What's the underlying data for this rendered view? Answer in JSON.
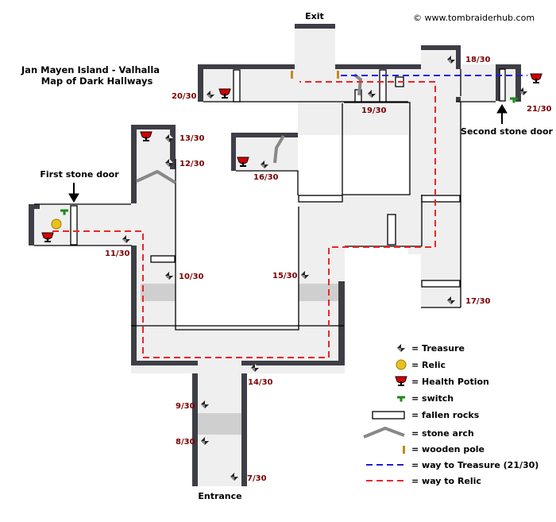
{
  "title": {
    "line1": "Jan Mayen Island - Valhalla",
    "line2": "Map of Dark Hallways"
  },
  "copyright": "© www.tombraiderhub.com",
  "labels": {
    "exit": "Exit",
    "entrance": "Entrance",
    "first_stone_door": "First stone door",
    "second_stone_door": "Second stone door"
  },
  "treasure_numbers": [
    "7/30",
    "8/30",
    "9/30",
    "10/30",
    "11/30",
    "12/30",
    "13/30",
    "14/30",
    "15/30",
    "16/30",
    "17/30",
    "18/30",
    "19/30",
    "20/30",
    "21/30"
  ],
  "legend": [
    {
      "icon": "treasure-icon",
      "text": "= Treasure"
    },
    {
      "icon": "relic-icon",
      "text": "= Relic"
    },
    {
      "icon": "health-potion-icon",
      "text": "= Health Potion"
    },
    {
      "icon": "switch-icon",
      "text": "= switch"
    },
    {
      "icon": "fallen-rocks-icon",
      "text": "= fallen rocks"
    },
    {
      "icon": "stone-arch-icon",
      "text": "= stone arch"
    },
    {
      "icon": "wooden-pole-icon",
      "text": "= wooden pole"
    },
    {
      "icon": "blue-dashed-line-icon",
      "text": "= way to Treasure (21/30)"
    },
    {
      "icon": "red-dashed-line-icon",
      "text": "= way to Relic"
    }
  ],
  "colors": {
    "floor": "#efefef",
    "wall": "#3e3e46",
    "relic_path": "#e8262a",
    "treasure_path": "#1c1ce0",
    "ramp": "#cfcfcf",
    "number_text": "#7a0000"
  }
}
